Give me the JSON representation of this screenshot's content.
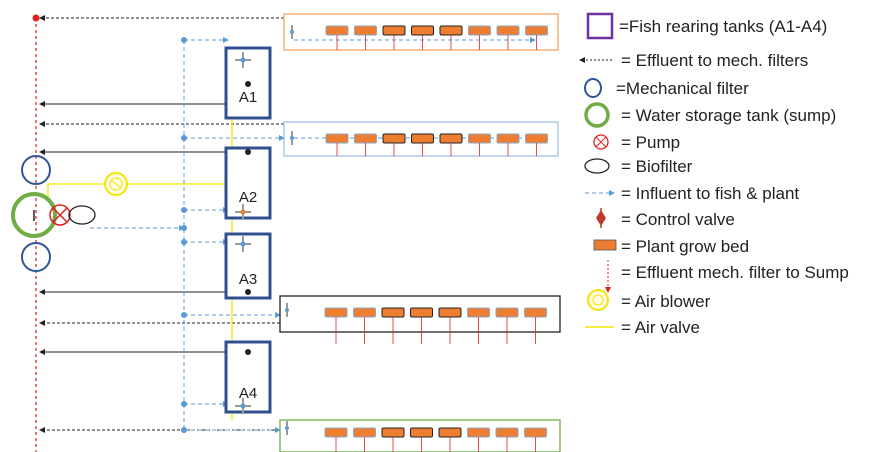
{
  "tanks": [
    {
      "id": "A1"
    },
    {
      "id": "A2"
    },
    {
      "id": "A3"
    },
    {
      "id": "A4"
    }
  ],
  "colors": {
    "tank": "#2f4f8f",
    "effluent": "#222222",
    "influent": "#5b9bd5",
    "sump": "#70ad47",
    "mech_filter": "#2f5597",
    "pump": "#e02020",
    "air": "#f2e600",
    "grow_bed": "#ed7d31",
    "bed_outline_1": "#f4a460",
    "bed_outline_2": "#9dc3e6",
    "bed_outline_3": "#222222",
    "bed_outline_4": "#70ad47",
    "legend_box": "#7030a0"
  },
  "legend": [
    {
      "icon": "purple-square-icon",
      "text": "=Fish rearing tanks (A1-A4)"
    },
    {
      "icon": "black-dashed-arrow-icon",
      "text": "= Effluent to mech. filters"
    },
    {
      "icon": "blue-circle-icon",
      "text": "=Mechanical filter"
    },
    {
      "icon": "green-circle-icon",
      "text": "= Water storage tank (sump)"
    },
    {
      "icon": "pump-icon",
      "text": "= Pump"
    },
    {
      "icon": "biofilter-icon",
      "text": "= Biofilter"
    },
    {
      "icon": "blue-dashed-arrow-icon",
      "text": "= Influent to fish & plant"
    },
    {
      "icon": "control-valve-icon",
      "text": "= Control valve"
    },
    {
      "icon": "grow-bed-icon",
      "text": "= Plant grow bed"
    },
    {
      "icon": "red-dashed-arrow-icon",
      "text": "= Effluent mech. filter to Sump"
    },
    {
      "icon": "air-blower-icon",
      "text": "= Air blower"
    },
    {
      "icon": "yellow-line-icon",
      "text": "= Air valve"
    }
  ],
  "sump_label": "I"
}
